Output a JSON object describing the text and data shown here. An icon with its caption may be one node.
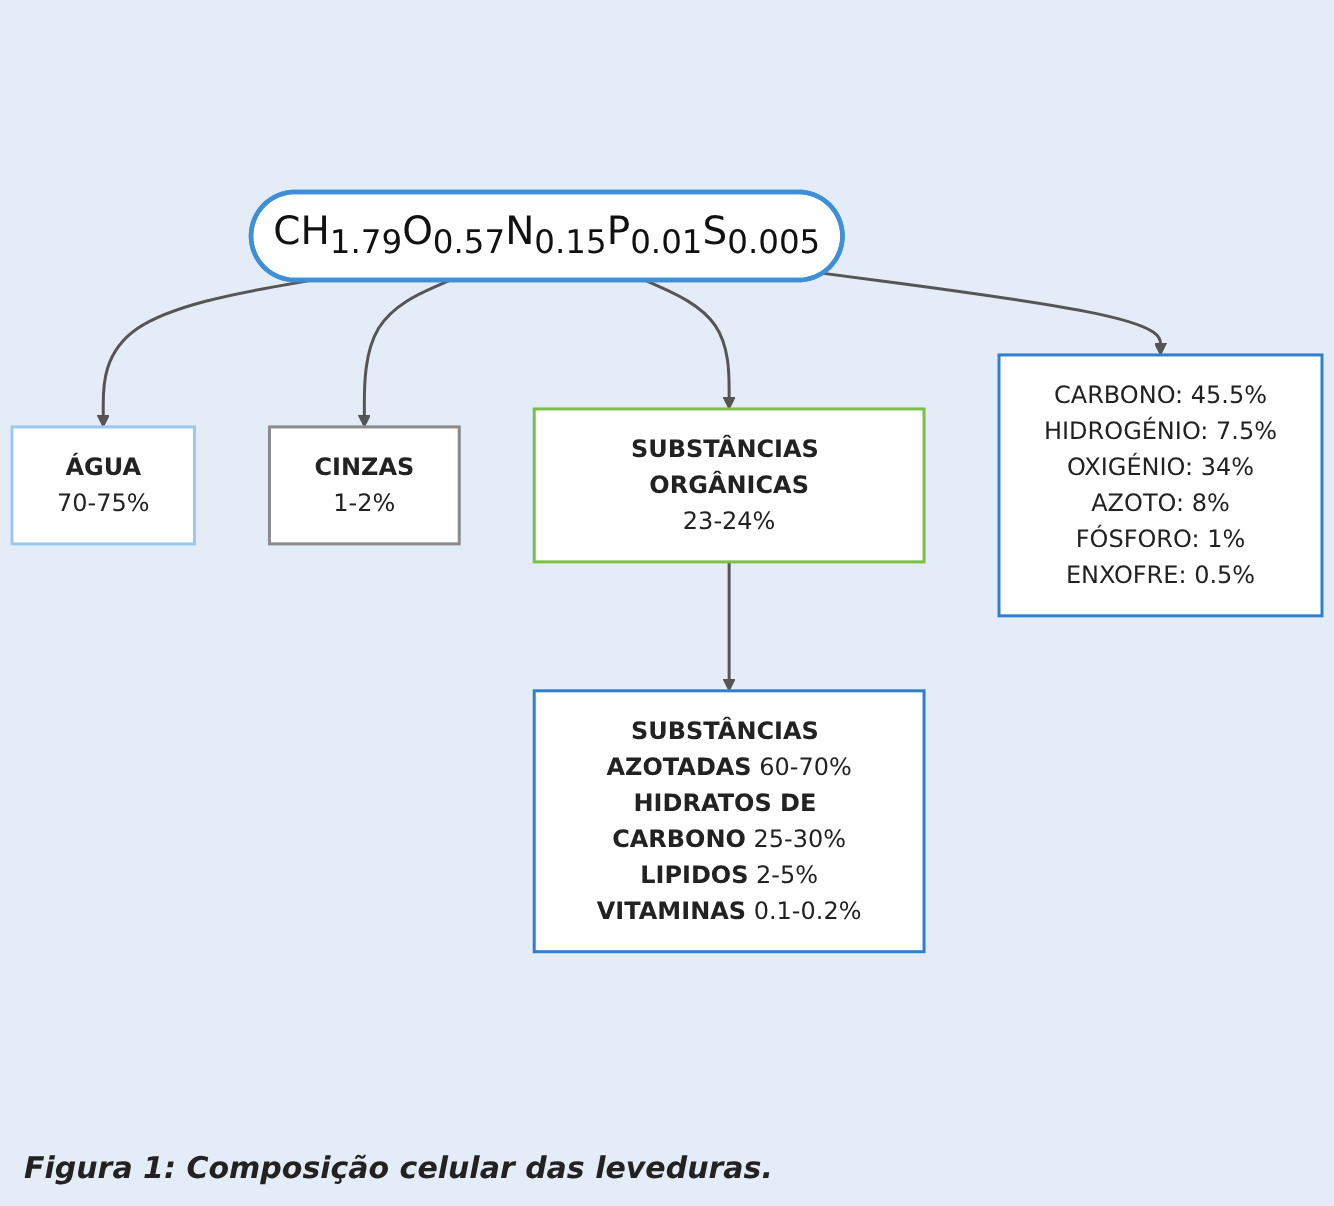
{
  "diagram": {
    "caption": "Figura 1: Composição celular das leveduras.",
    "nodes": [
      {
        "text": [
          "ÁGUA",
          "70-75%"
        ]
      },
      {
        "text": [
          "CINZAS",
          "1-2%"
        ]
      },
      {
        "text": [
          "SUBSTÂNCIAS ORGÂNICAS",
          "23-24%"
        ]
      },
      {
        "text": [
          "CH$_{1.79}$O$_{0.57}$N$_{0.15}$P$_{0.01}$S$_{0.005}$"
        ]
      },
      {
        "text": [
          "**SUBSTÂNCIAS AZOTADAS** 60-70%",
          "**HIDRATOS DE CARBONO** 25-30%",
          "**LIPIDOS** 2-5%",
          "**VITAMINAS** 0.1-0.2%"
        ]
      },
      {
        "text": [
          "CARBONO: 45.5%",
          "HIDROGÉNIO: 7.5%",
          "OXIGÉNIO: 34%",
          "AZOTO: 8%",
          "FÓSFORO: 1%",
          "ENXOFRE: 0.5%"
        ]
      }
    ],
    "edges": [
      {
        "from": 3,
        "to": 0,
        "arrow": "to"
      },
      {
        "from": 3,
        "to": 1,
        "arrow": "to"
      },
      {
        "from": 3,
        "to": 2,
        "arrow": "to"
      },
      {
        "from": 2,
        "to": 4,
        "arrow": "to"
      },
      {
        "from": 3,
        "to": 5,
        "arrow": "to"
      }
    ]
  }
}
